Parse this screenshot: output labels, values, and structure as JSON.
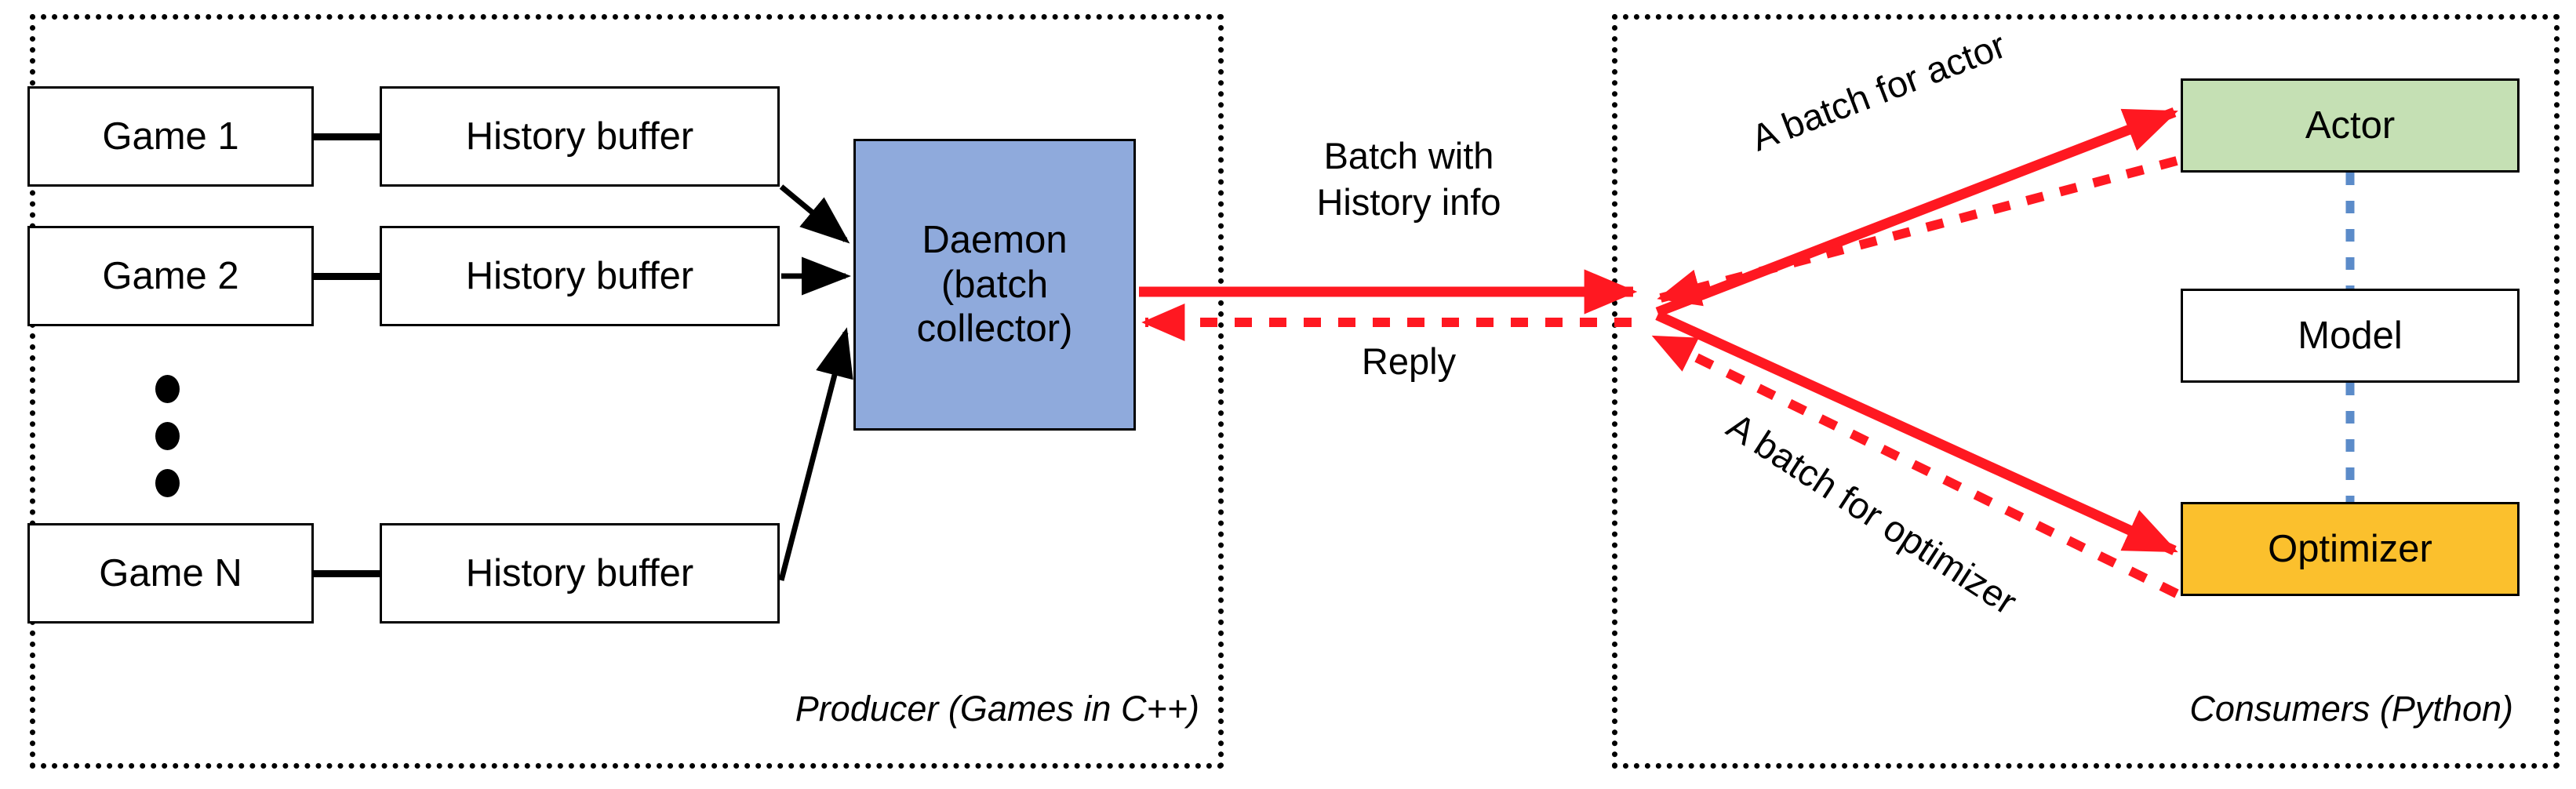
{
  "diagram": {
    "groups": [
      {
        "id": "producer",
        "caption": "Producer (Games in C++)"
      },
      {
        "id": "consumer",
        "caption": "Consumers (Python)"
      }
    ],
    "producer": {
      "games": [
        {
          "label": "Game 1"
        },
        {
          "label": "Game 2"
        },
        {
          "label": "Game N"
        }
      ],
      "buffers": [
        {
          "label": "History buffer"
        },
        {
          "label": "History buffer"
        },
        {
          "label": "History buffer"
        }
      ],
      "daemon": {
        "line1": "Daemon",
        "line2": "(batch",
        "line3": "collector)",
        "fill": "#8FAADC"
      },
      "ellipsis": "vertical-ellipsis"
    },
    "channel": {
      "request_label_line1": "Batch with",
      "request_label_line2": "History info",
      "reply_label": "Reply"
    },
    "consumer": {
      "nodes": [
        {
          "label": "Actor",
          "fill": "#C5E0B4"
        },
        {
          "label": "Model",
          "fill": "#FFFFFF"
        },
        {
          "label": "Optimizer",
          "fill": "#FBC02D"
        }
      ],
      "edge_labels": [
        "A batch for actor",
        "A batch for optimizer"
      ]
    },
    "colors": {
      "request_arrow": "#FF1821",
      "reply_arrow": "#FF1821",
      "ingest_arrow": "#000000",
      "model_link": "#5B8BC9",
      "frame": "#000000"
    }
  }
}
